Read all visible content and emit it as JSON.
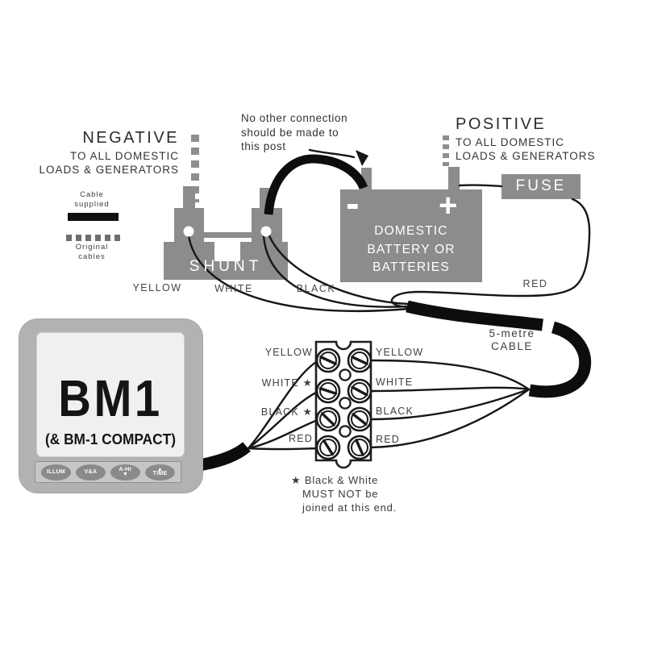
{
  "colors": {
    "component_gray": "#8c8c8c",
    "device_gray": "#b2b2b2",
    "screen_gray": "#f0f0f0",
    "wire_black": "#111111",
    "label_text": "#414141"
  },
  "negative_block": {
    "title": "NEGATIVE",
    "subtitle": "TO ALL DOMESTIC\nLOADS & GENERATORS"
  },
  "positive_block": {
    "title": "POSITIVE",
    "subtitle": "TO ALL DOMESTIC\nLOADS & GENERATORS"
  },
  "post_note": "No other connection\nshould be made to\nthis post",
  "legend": {
    "supplied": "Cable\nsupplied",
    "original": "Original\ncables"
  },
  "shunt": {
    "label": "SHUNT"
  },
  "wire_labels": {
    "yellow": "YELLOW",
    "white": "WHITE",
    "black": "BLACK",
    "red": "RED"
  },
  "battery": {
    "label": "DOMESTIC\nBATTERY OR\nBATTERIES",
    "minus": "-",
    "plus": "+"
  },
  "fuse": {
    "label": "FUSE"
  },
  "cable": {
    "label": "5-metre\nCABLE"
  },
  "terminal_block": {
    "left_labels": [
      "YELLOW",
      "WHITE ★",
      "BLACK ★",
      "RED"
    ],
    "right_labels": [
      "YELLOW",
      "WHITE",
      "BLACK",
      "RED"
    ]
  },
  "footnote": {
    "line1": "★ Black & White",
    "line2": "MUST NOT be",
    "line3": "joined at this end."
  },
  "device": {
    "model": "BM1",
    "variant": "(& BM-1 COMPACT)",
    "buttons": [
      {
        "label": "ILLUM"
      },
      {
        "label": "V&A"
      },
      {
        "label": "A-Hr"
      },
      {
        "label": "TIME"
      }
    ]
  },
  "icons": {
    "up_arrow": "▲",
    "down_arrow": "▼"
  }
}
